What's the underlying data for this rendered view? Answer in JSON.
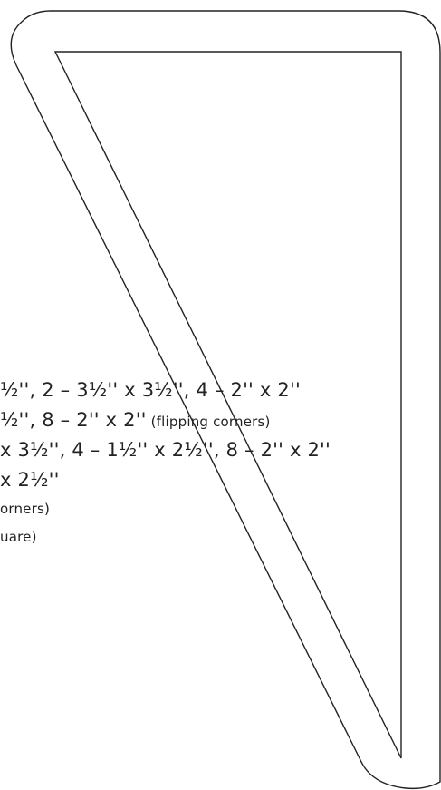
{
  "cut_list": {
    "line1": "½'', 2 – 3½'' x 3½'', 4 – 2'' x 2''",
    "line2_main": "½'', 8 – 2'' x 2''",
    "line2_note": " (flipping corners)",
    "line3": "x 3½'', 4 – 1½'' x 2½'', 8 – 2'' x 2''",
    "line4": "x 2½''",
    "line5": "orners)",
    "line6": "uare)"
  },
  "colors": {
    "outline": "#222222",
    "text": "#222222",
    "background": "#ffffff"
  }
}
